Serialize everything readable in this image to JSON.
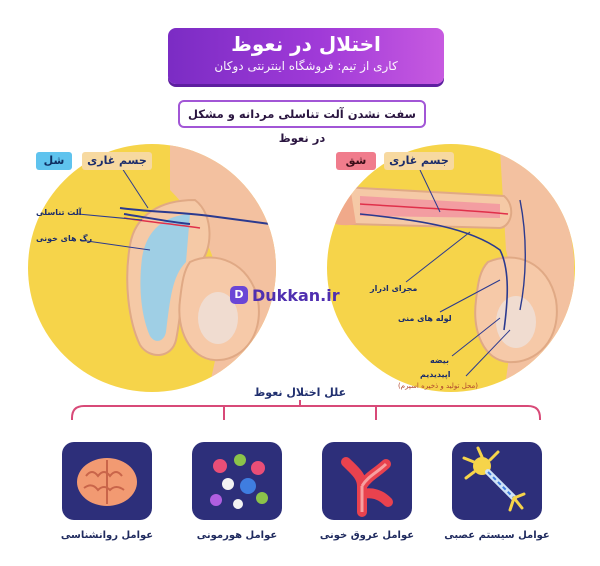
{
  "header": {
    "title": "اختلال در نعوظ",
    "subtitle": "کاری از تیم: فروشگاه اینترنتی دوکان"
  },
  "banner": "سفت نشدن آلت تناسلی مردانه و مشکل در نعوظ",
  "left_panel": {
    "state_tag": "شل",
    "tissue_tag": "جسم غاری",
    "labels": [
      "آلت تناسلی",
      "رگ های خونی"
    ]
  },
  "right_panel": {
    "state_tag": "شق",
    "tissue_tag": "جسم غاری",
    "labels": [
      "مجرای ادرار",
      "لوله های منی",
      "بیضه",
      "اپیدیدیم",
      "(محل تولید و ذخیره اسپرم)"
    ]
  },
  "watermark": {
    "text": "Dukkan.ir",
    "mark": "D"
  },
  "causes": {
    "title": "علل اختلال نعوظ",
    "items": [
      {
        "label": "عوامل روانشناسی",
        "icon": "brain-icon"
      },
      {
        "label": "عوامل هورمونی",
        "icon": "hormone-molecules-icon"
      },
      {
        "label": "عوامل عروق خونی",
        "icon": "blood-vessel-icon"
      },
      {
        "label": "عوامل سیستم عصبی",
        "icon": "neuron-icon"
      }
    ]
  },
  "colors": {
    "purple": "#8e35cf",
    "yellow": "#f6d44a",
    "skin": "#f6c9a8",
    "navy": "#2d2f7a",
    "flaccid_tag": "#5fc3ee",
    "erect_tag": "#f07c8c",
    "tissue_tag": "#f7d9a0"
  }
}
